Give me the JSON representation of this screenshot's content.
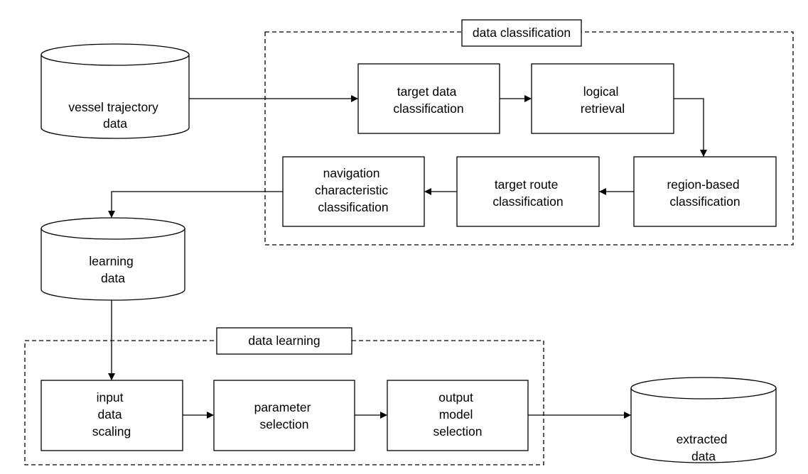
{
  "groups": {
    "classification_title": "data classification",
    "learning_title": "data learning"
  },
  "databases": {
    "vessel": [
      "vessel trajectory",
      "data"
    ],
    "learning": [
      "learning",
      "data"
    ],
    "extracted": [
      "extracted",
      "data"
    ]
  },
  "steps": {
    "target_data": [
      "target data",
      "classification"
    ],
    "logical_retrieval": [
      "logical",
      "retrieval"
    ],
    "region_based": [
      "region-based",
      "classification"
    ],
    "target_route": [
      "target route",
      "classification"
    ],
    "navigation": [
      "navigation",
      "characteristic",
      "classification"
    ],
    "input_scaling": [
      "input",
      "data",
      "scaling"
    ],
    "parameter": [
      "parameter",
      "selection"
    ],
    "output_model": [
      "output",
      "model",
      "selection"
    ]
  }
}
